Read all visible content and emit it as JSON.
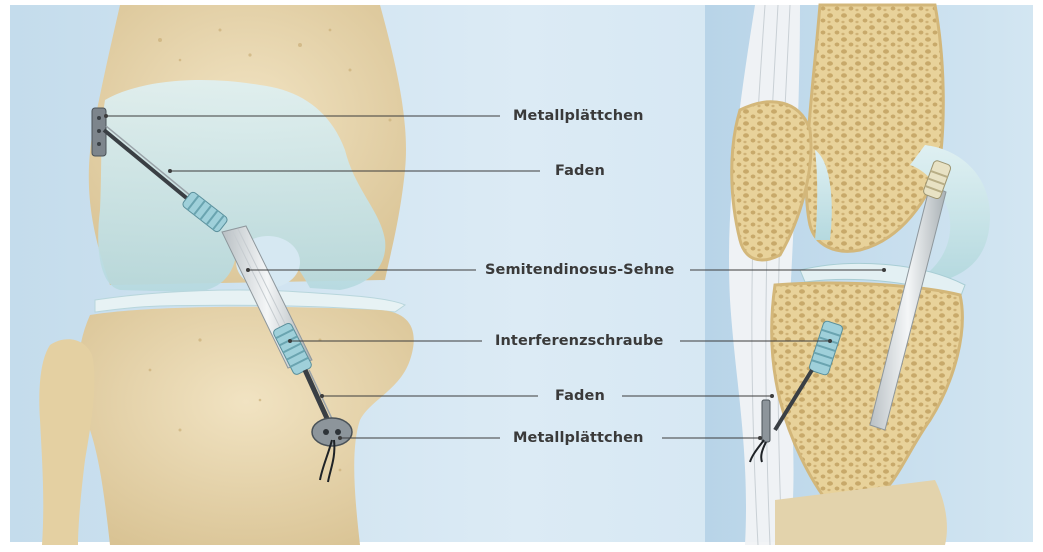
{
  "colors": {
    "background": "#d7e8f3",
    "bone": "#ead9b2",
    "cartilage": "#cfe8ec",
    "leader_line": "#3c3c3c",
    "label_text": "#3a3a3a"
  },
  "labels": {
    "metallplaettchen_top": "Metallplättchen",
    "faden_top": "Faden",
    "semitendinosus": "Semitendinosus-Sehne",
    "interferenzschraube": "Interferenzschraube",
    "faden_bottom": "Faden",
    "metallplaettchen_bottom": "Metallplättchen"
  }
}
